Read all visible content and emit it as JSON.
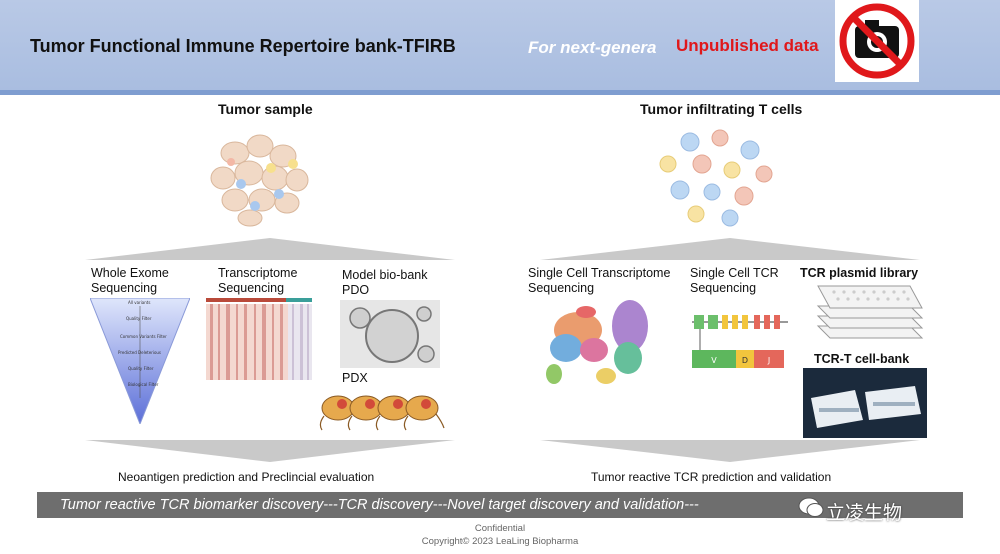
{
  "header": {
    "title": "Tumor Functional Immune Repertoire bank-TFIRB",
    "subtitle": "For next-genera",
    "unpublished": "Unpublished data"
  },
  "left": {
    "title": "Tumor sample",
    "methods": [
      {
        "label": "Whole Exome Sequencing"
      },
      {
        "label": "Transcriptome Sequencing"
      },
      {
        "label": "Model bio-bank PDO"
      }
    ],
    "pdx": "PDX",
    "caption": "Neoantigen prediction and Preclincial evaluation"
  },
  "right": {
    "title": "Tumor infiltrating T cells",
    "methods": [
      {
        "label": "Single Cell Transcriptome Sequencing"
      },
      {
        "label": "Single Cell TCR Sequencing"
      },
      {
        "label": "TCR plasmid library"
      }
    ],
    "cellbank": "TCR-T cell-bank",
    "segments": [
      "V",
      "D",
      "J"
    ],
    "caption": "Tumor reactive TCR prediction and validation"
  },
  "banner": {
    "text": "Tumor reactive TCR biomarker discovery---TCR discovery---Novel target discovery and validation---"
  },
  "watermark": "立凌生物",
  "footer": {
    "confidential": "Confidential",
    "copyright": "Copyright© 2023 LeaLing Biopharma"
  },
  "colors": {
    "header": "#b3c5e4",
    "accent_line": "#7f9dd0",
    "unpublished": "#e0181b",
    "banner": "#6e6e6e"
  },
  "icons": [
    "no-camera-icon",
    "wechat-icon"
  ]
}
